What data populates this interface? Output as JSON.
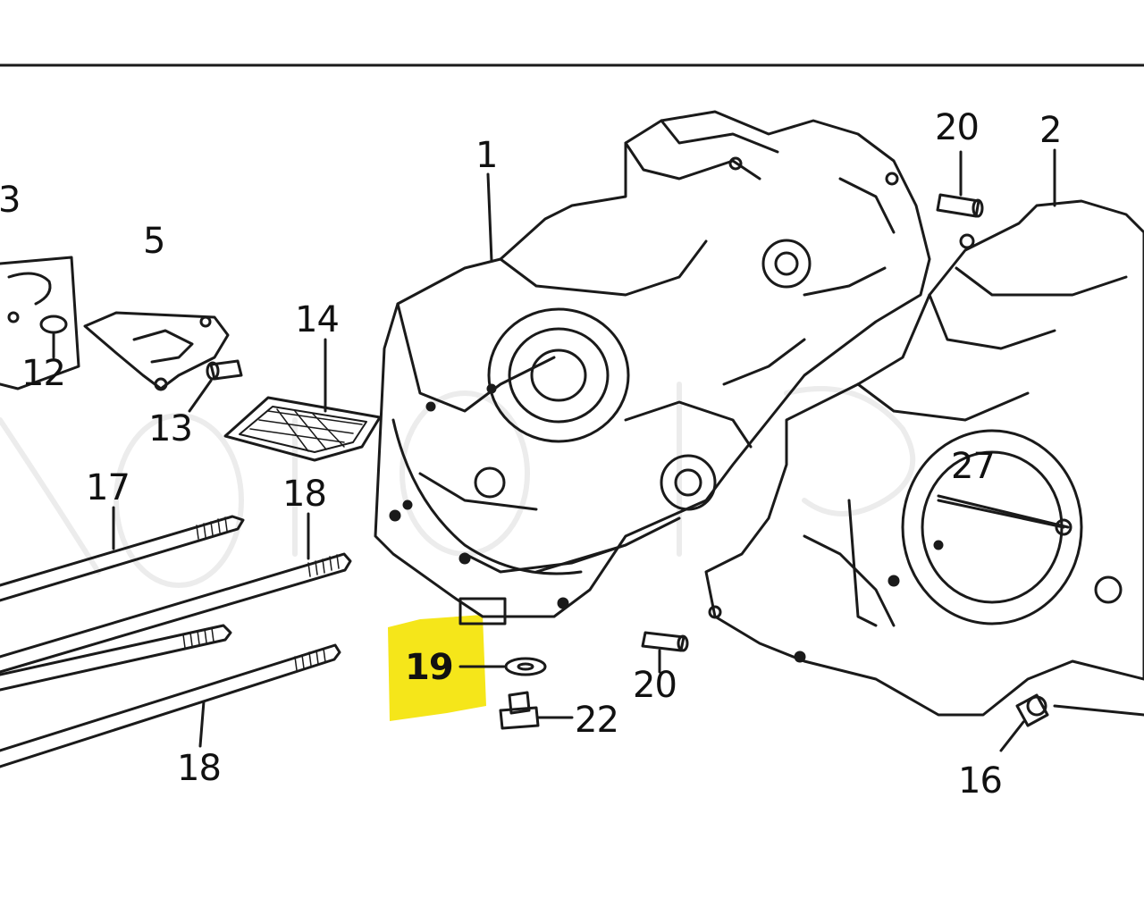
{
  "diagram": {
    "highlight_color": "#f5e61a",
    "line_color": "#1a1a1a",
    "highlighted_part": "19",
    "labels": {
      "p1": "1",
      "p2": "2",
      "p3": "3",
      "p5": "5",
      "p12": "12",
      "p13": "13",
      "p14": "14",
      "p16": "16",
      "p17": "17",
      "p18a": "18",
      "p18b": "18",
      "p19": "19",
      "p20a": "20",
      "p20b": "20",
      "p22": "22",
      "p27": "27"
    }
  }
}
